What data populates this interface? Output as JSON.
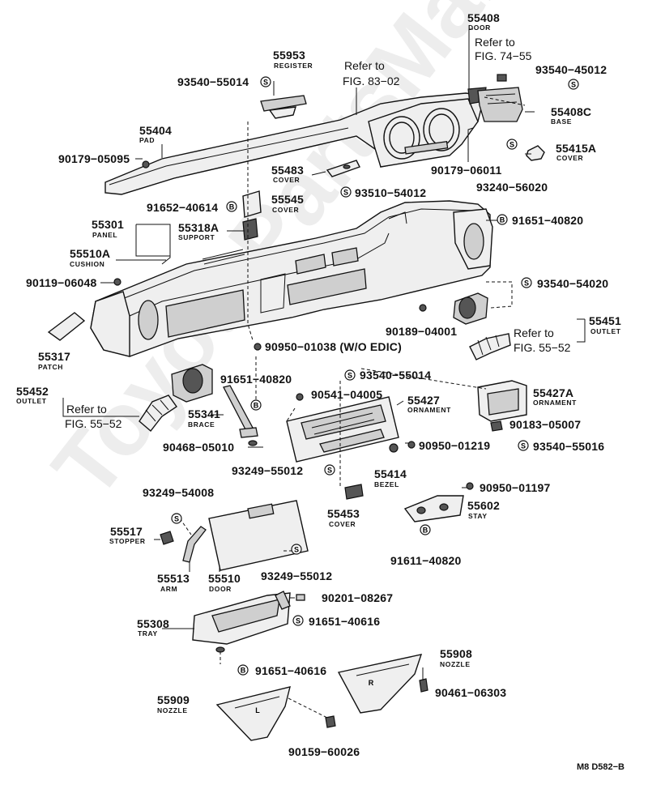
{
  "labels": {
    "p55408": "55408",
    "p55408_name": "DOOR",
    "ref_74_55_a": "Refer to",
    "ref_74_55_b": "FIG. 74−55",
    "p93540_45012": "93540−45012",
    "p55953": "55953",
    "p55953_name": "REGISTER",
    "p93540_55014a": "93540−55014",
    "ref_83_02_a": "Refer to",
    "ref_83_02_b": "FIG. 83−02",
    "p55408C": "55408C",
    "p55408C_name": "BASE",
    "p55404": "55404",
    "p55404_name": "PAD",
    "p90179_05095": "90179−05095",
    "p55415A": "55415A",
    "p55415A_name": "COVER",
    "p90179_06011": "90179−06011",
    "p93240_56020": "93240−56020",
    "p55483": "55483",
    "p55483_name": "COVER",
    "p93510_54012": "93510−54012",
    "p91652_40614": "91652−40614",
    "p55545": "55545",
    "p55545_name": "COVER",
    "p55301": "55301",
    "p55301_name": "PANEL",
    "p55318A": "55318A",
    "p55318A_name": "SUPPORT",
    "p91651_40820a": "91651−40820",
    "p55510A": "55510A",
    "p55510A_name": "CUSHION",
    "p90119_06048": "90119−06048",
    "p93540_54020": "93540−54020",
    "p55451": "55451",
    "p55451_name": "OUTLET",
    "ref_55_52a_a": "Refer to",
    "ref_55_52a_b": "FIG. 55−52",
    "p90189_04001": "90189−04001",
    "p55317": "55317",
    "p55317_name": "PATCH",
    "p90950_01038": "90950−01038 (W/O EDIC)",
    "p93540_55014b": "93540−55014",
    "p55452": "55452",
    "p55452_name": "OUTLET",
    "ref_55_52b_a": "Refer to",
    "ref_55_52b_b": "FIG. 55−52",
    "p91651_40820b": "91651−40820",
    "p90541_04005": "90541−04005",
    "p55427": "55427",
    "p55427_name": "ORNAMENT",
    "p55427A": "55427A",
    "p55427A_name": "ORNAMENT",
    "p55341": "55341",
    "p55341_name": "BRACE",
    "p90183_05007": "90183−05007",
    "p90468_05010": "90468−05010",
    "p90950_01219": "90950−01219",
    "p93540_55016": "93540−55016",
    "p93249_55012a": "93249−55012",
    "p55414": "55414",
    "p55414_name": "BEZEL",
    "p93249_54008": "93249−54008",
    "p90950_01197": "90950−01197",
    "p55453": "55453",
    "p55453_name": "COVER",
    "p55602": "55602",
    "p55602_name": "STAY",
    "p55517": "55517",
    "p55517_name": "STOPPER",
    "p91611_40820": "91611−40820",
    "p55513": "55513",
    "p55513_name": "ARM",
    "p55510": "55510",
    "p55510_name": "DOOR",
    "p93249_55012b": "93249−55012",
    "p90201_08267": "90201−08267",
    "p55308": "55308",
    "p55308_name": "TRAY",
    "p91651_40616a": "91651−40616",
    "p55908": "55908",
    "p55908_name": "NOZZLE",
    "p91651_40616b": "91651−40616",
    "p90461_06303": "90461−06303",
    "p55909": "55909",
    "p55909_name": "NOZZLE",
    "p90159_60026": "90159−60026",
    "code": "M8 D582−B"
  },
  "symbols": {
    "s": "S",
    "b": "B",
    "r": "R",
    "l": "L"
  },
  "watermark": "ToyotaPartsMart"
}
